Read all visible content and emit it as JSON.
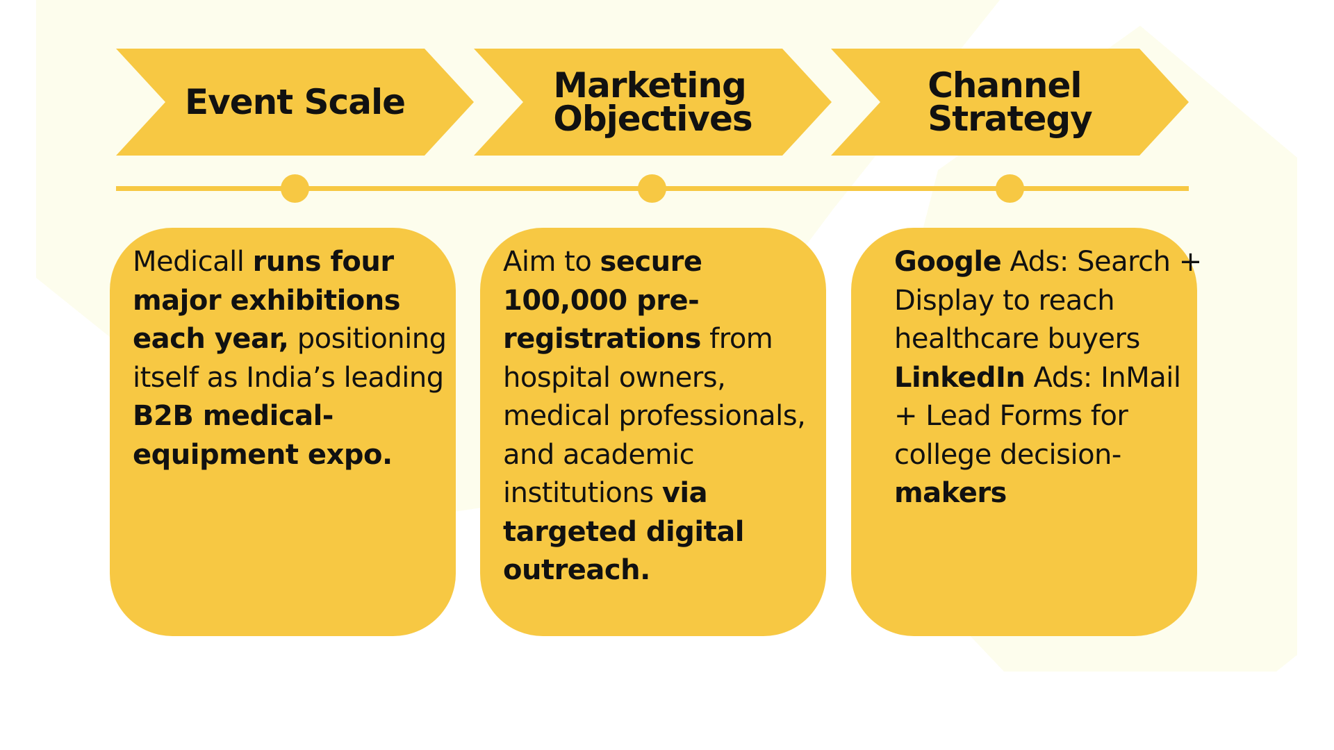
{
  "colors": {
    "accent": "#f7c843",
    "background_shape": "#fdfded",
    "text": "#111111"
  },
  "steps": [
    {
      "title_lines": [
        "Event Scale"
      ]
    },
    {
      "title_lines": [
        "Marketing",
        "Objectives"
      ]
    },
    {
      "title_lines": [
        "Channel",
        "Strategy"
      ]
    }
  ],
  "cards": [
    {
      "segments": [
        {
          "t": "Medicall ",
          "b": false
        },
        {
          "t": "runs four major exhibitions each year,",
          "b": true
        },
        {
          "t": " positioning itself as India’s leading ",
          "b": false
        },
        {
          "t": "B2B medical-equipment expo.",
          "b": true
        }
      ]
    },
    {
      "segments": [
        {
          "t": "Aim to ",
          "b": false
        },
        {
          "t": "secure 100,000 pre-registrations",
          "b": true
        },
        {
          "t": " from hospital owners, medical professionals, and academic institutions ",
          "b": false
        },
        {
          "t": "via targeted digital outreach.",
          "b": true
        }
      ]
    },
    {
      "segments": [
        {
          "t": "Google",
          "b": true
        },
        {
          "t": " Ads: Search + Display to reach healthcare buyers ",
          "b": false
        },
        {
          "t": "LinkedIn",
          "b": true
        },
        {
          "t": " Ads: InMail + Lead Forms for college decision-",
          "b": false
        },
        {
          "t": "makers",
          "b": true
        }
      ]
    }
  ]
}
